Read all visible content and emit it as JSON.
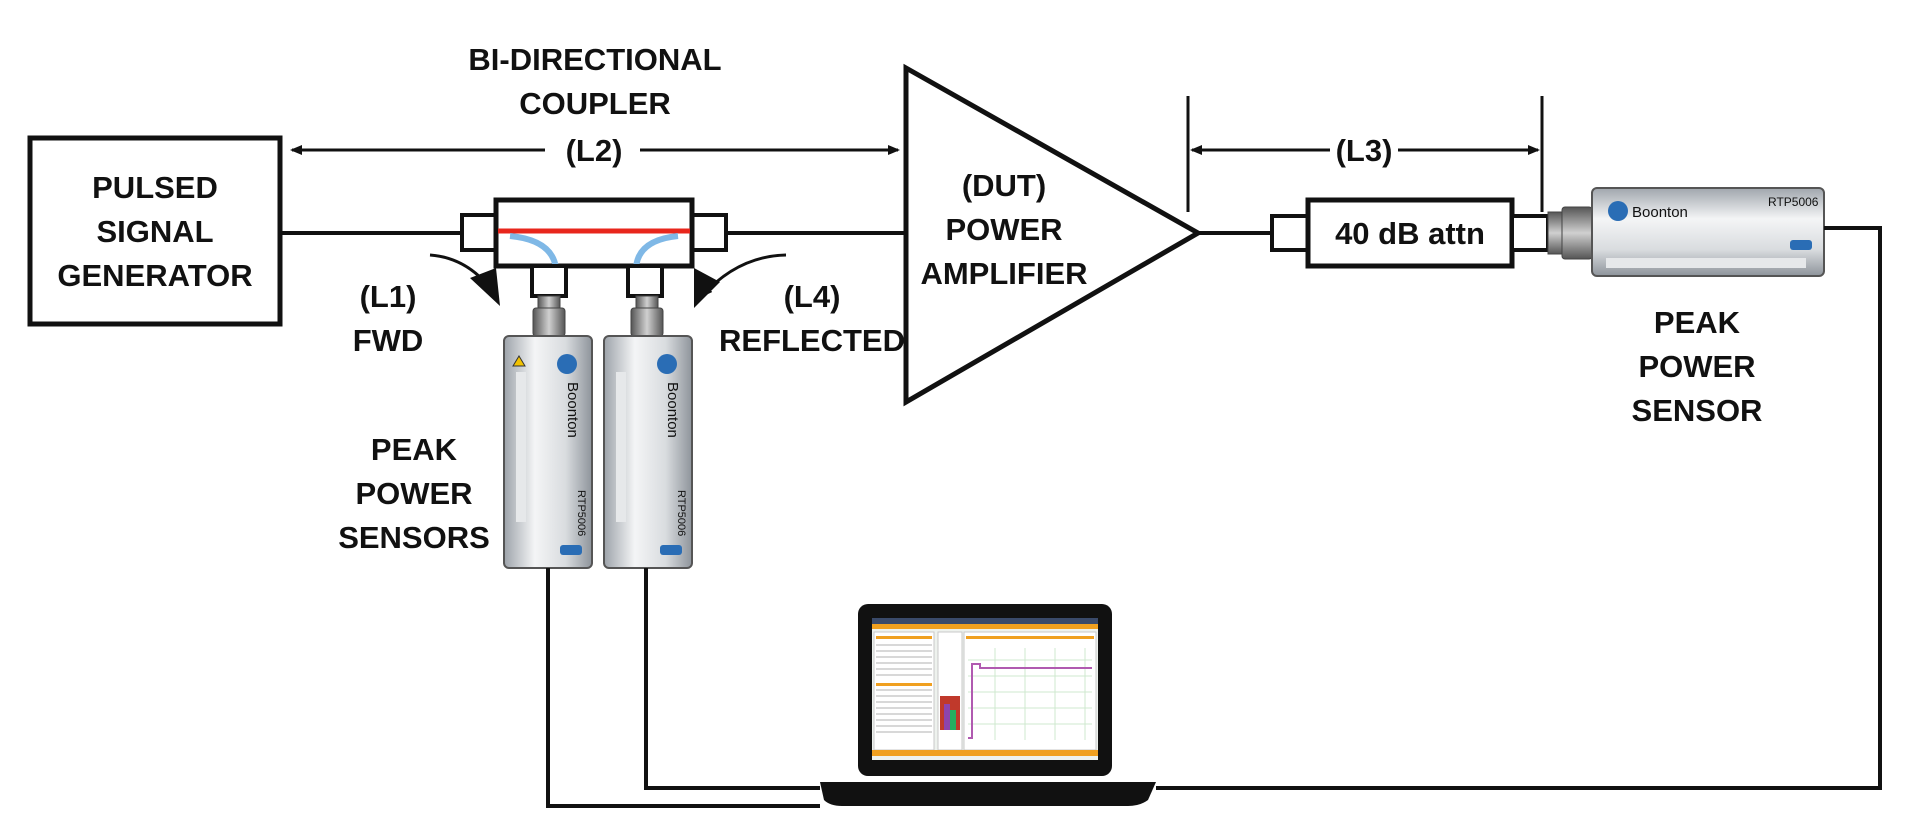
{
  "labels": {
    "signal_generator": [
      "PULSED",
      "SIGNAL",
      "GENERATOR"
    ],
    "coupler": [
      "BI-DIRECTIONAL",
      "COUPLER"
    ],
    "l2": "(L2)",
    "l1": [
      "(L1)",
      "FWD"
    ],
    "l4": [
      "(L4)",
      "REFLECTED"
    ],
    "dut": [
      "(DUT)",
      "POWER",
      "AMPLIFIER"
    ],
    "l3": "(L3)",
    "attenuator": "40 dB attn",
    "peak_sensor": [
      "PEAK",
      "POWER",
      "SENSOR"
    ],
    "peak_sensors": [
      "PEAK",
      "POWER",
      "SENSORS"
    ]
  },
  "sensor": {
    "brand": "Boonton",
    "model": "RTP5006"
  },
  "colors": {
    "line": "#111111",
    "coupler_mainline": "#e8261c",
    "coupler_cable": "#7fb8e6",
    "sensor_accent": "#2a6db5",
    "laptop_accent": "#f0a020"
  }
}
